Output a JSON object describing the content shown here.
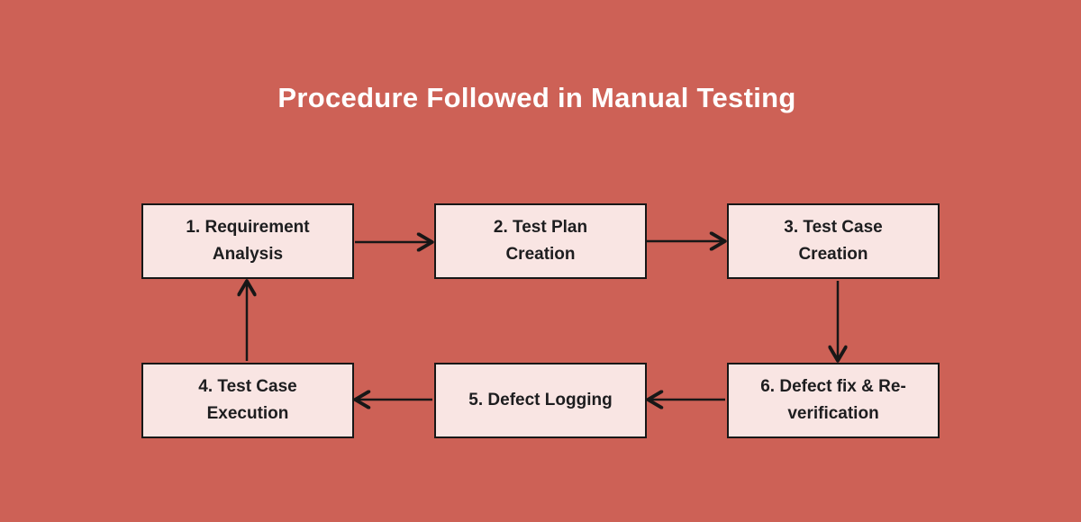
{
  "title": "Procedure Followed in Manual Testing",
  "colors": {
    "background": "#cd6156",
    "box_fill": "#f9e5e3",
    "box_border": "#171717",
    "box_text": "#1d1d1f",
    "title_text": "#ffffff",
    "arrow": "#171717"
  },
  "nodes": [
    {
      "step": "1",
      "label": "1. Requirement Analysis",
      "line1": "1. Requirement",
      "line2": "Analysis"
    },
    {
      "step": "2",
      "label": "2. Test Plan Creation",
      "line1": "2. Test Plan",
      "line2": "Creation"
    },
    {
      "step": "3",
      "label": "3. Test Case Creation",
      "line1": "3. Test Case",
      "line2": "Creation"
    },
    {
      "step": "4",
      "label": "4. Test Case Execution",
      "line1": "4. Test Case",
      "line2": "Execution"
    },
    {
      "step": "5",
      "label": "5. Defect Logging",
      "line1": "5. Defect Logging",
      "line2": ""
    },
    {
      "step": "6",
      "label": "6. Defect fix & Re-verification",
      "line1": "6. Defect fix & Re-",
      "line2": "verification"
    }
  ],
  "edges": [
    {
      "from": "1",
      "to": "2",
      "direction": "right"
    },
    {
      "from": "2",
      "to": "3",
      "direction": "right"
    },
    {
      "from": "3",
      "to": "6",
      "direction": "down"
    },
    {
      "from": "6",
      "to": "5",
      "direction": "left"
    },
    {
      "from": "5",
      "to": "4",
      "direction": "left"
    },
    {
      "from": "4",
      "to": "1",
      "direction": "up"
    }
  ]
}
